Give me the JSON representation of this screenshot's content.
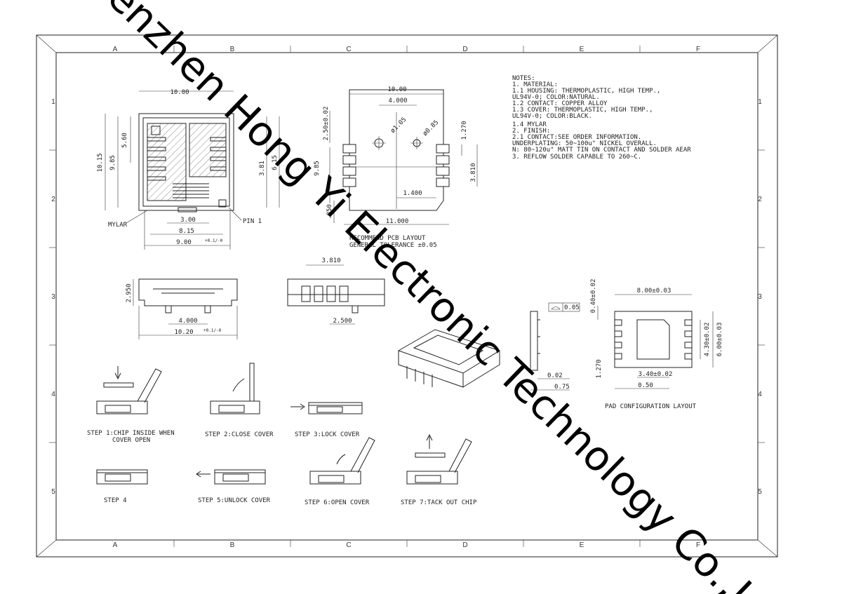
{
  "frame": {
    "columns": [
      "A",
      "B",
      "C",
      "D",
      "E",
      "F"
    ],
    "rows": [
      "1",
      "2",
      "3",
      "4",
      "5"
    ]
  },
  "notes": [
    "NOTES:",
    "1. MATERIAL:",
    " 1.1 HOUSING: THERMOPLASTIC, HIGH TEMP.,",
    "                UL94V-0; COLOR:NATURAL.",
    " 1.2 CONTACT: COPPER ALLOY",
    " 1.3 COVER:  THERMOPLASTIC, HIGH TEMP.,",
    "                UL94V-0; COLOR:BLACK.",
    " 1.4 MYLAR",
    "2. FINISH:",
    " 2.1 CONTACT:SEE ORDER INFORMATION.",
    "      UNDERPLATING: 50~100u\" NICKEL OVERALL.",
    "      N: 80~120u\" MATT TIN ON CONTACT AND SOLDER AEAR",
    "3. REFLOW SOLDER CAPABLE TO 260~C."
  ],
  "top_view": {
    "dim_width_top": "10.00",
    "dim_560": "5.60",
    "dim_1015": "10.15",
    "dim_985": "9.85",
    "dim_381": "3.81",
    "dim_615": "6.15",
    "dim_300": "3.00",
    "dim_815": "8.15",
    "dim_900": "9.00",
    "dim_900_tol": "+0.1/-0",
    "label_mylar": "MYLAR",
    "label_pin1": "PIN 1"
  },
  "pcb_layout": {
    "dim_1000": "10.00",
    "dim_4000": "4.000",
    "dim_250": "2.50±0.02",
    "dim_hole1": "ø1.05",
    "dim_hole2": "ø0.85",
    "dim_1270": "1.270",
    "dim_985": "9.85",
    "dim_3810": "3.810",
    "dim_1400": "1.400",
    "dim_850": ".850",
    "dim_11000": "11.000",
    "caption_1": "RECOMMEND PCB LAYOUT",
    "caption_2": "GENERAL TOLERANCE ±0.05"
  },
  "front_view": {
    "dim_2950": "2.950",
    "dim_4000": "4.000",
    "dim_1020": "10.20",
    "dim_1020_tol": "+0.1/-0"
  },
  "side_view": {
    "dim_3810": "3.810",
    "dim_2500": "2.500"
  },
  "pad_detail": {
    "dim_flat": "0.05",
    "dim_002": "0.02",
    "dim_075": "0.75",
    "dim_1270": "1.270"
  },
  "pad_layout": {
    "dim_800": "8.00±0.03",
    "dim_040": "0.40±0.02",
    "dim_430": "4.30±0.02",
    "dim_600": "6.00±0.03",
    "dim_340": "3.40±0.02",
    "dim_050": "0.50",
    "caption": "PAD CONFIGURATION LAYOUT"
  },
  "steps": [
    {
      "line1": "STEP 1:CHIP INSIDE WHEN",
      "line2": "COVER OPEN"
    },
    {
      "line1": "STEP 2:CLOSE COVER",
      "line2": ""
    },
    {
      "line1": "STEP 3:LOCK COVER",
      "line2": ""
    },
    {
      "line1": "STEP 4",
      "line2": ""
    },
    {
      "line1": "STEP 5:UNLOCK COVER",
      "line2": ""
    },
    {
      "line1": "STEP 6:OPEN COVER",
      "line2": ""
    },
    {
      "line1": "STEP 7:TACK OUT CHIP",
      "line2": ""
    }
  ],
  "watermark": "enzhen Hong Yi Electronic Technology Co.,L"
}
